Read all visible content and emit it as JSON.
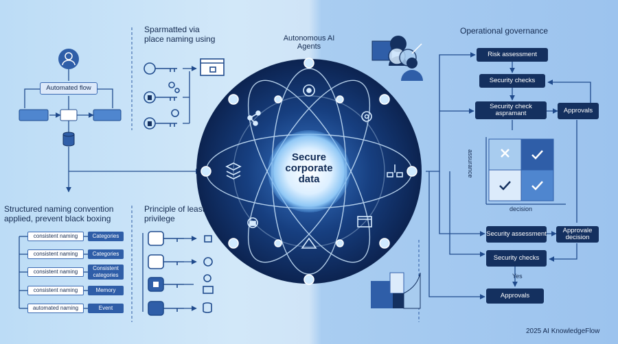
{
  "left_top": {
    "automated_flow": "Automated flow",
    "sparmatted_title": "Sparmatted via place naming using"
  },
  "left_bottom": {
    "naming_title": "Structured naming convention applied, prevent black boxing",
    "rows": [
      {
        "label": "consistent naming",
        "tag": "Categories"
      },
      {
        "label": "consistent naming",
        "tag": "Categories"
      },
      {
        "label": "consistent naming",
        "tag": "Consistent categories"
      },
      {
        "label": "consistent naming",
        "tag": "Memory"
      },
      {
        "label": "automated naming",
        "tag": "Event"
      }
    ],
    "principle_title": "Principle of least privilege"
  },
  "center": {
    "agents_label": "Autonomous AI Agents",
    "core_label": "Secure corporate data"
  },
  "right": {
    "title": "Operational governance",
    "risk": "Risk assessment",
    "security_checks_1": "Security checks",
    "security_check_aspr": "Security check aspramant",
    "approvals_1": "Approvals",
    "matrix_y": "assurance",
    "matrix_x": "decision",
    "security_assessment": "Security assessment",
    "approvale_decision": "Approvale decision",
    "security_checks_2": "Security checks",
    "yes": "Yes",
    "approvals_2": "Approvals"
  },
  "footer": "2025 AI KnowledgeFlow",
  "colors": {
    "navy": "#14305f",
    "accent": "#2f5ea8",
    "light": "#dce9fa",
    "glow": "#bfe6ff"
  }
}
